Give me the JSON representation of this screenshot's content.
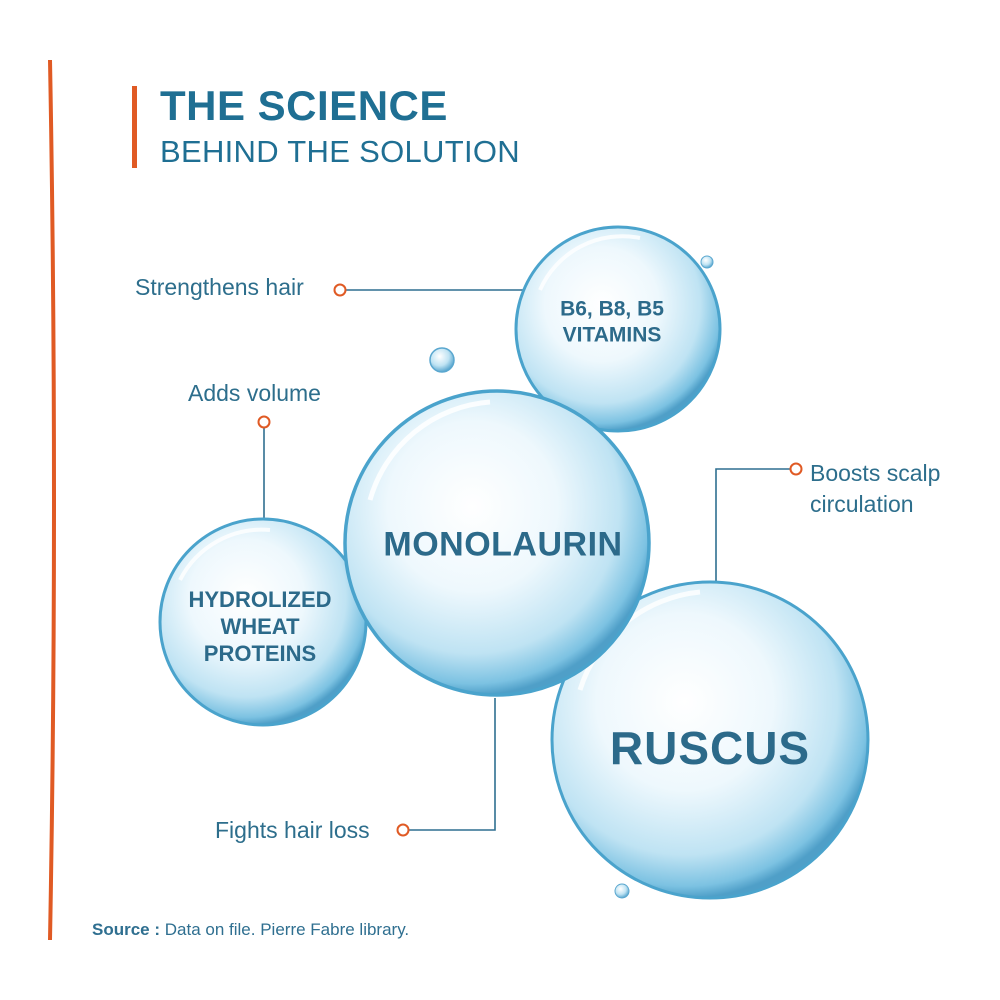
{
  "title": {
    "main": "THE SCIENCE",
    "sub": "BEHIND THE SOLUTION"
  },
  "ingredients": {
    "vitamins": "B6, B8, B5 VITAMINS",
    "monolaurin": "MONOLAURIN",
    "wheat": "HYDROLIZED WHEAT PROTEINS",
    "ruscus": "RUSCUS"
  },
  "benefits": {
    "strengthens": "Strengthens hair",
    "volume": "Adds volume",
    "circulation": "Boosts scalp circulation",
    "hair_loss": "Fights hair loss"
  },
  "source": {
    "label": "Source :",
    "text": "Data on file. Pierre Fabre library."
  },
  "colors": {
    "accent_orange": "#e05a24",
    "title_blue": "#1f6f93",
    "bubble_text": "#2c6a8a",
    "bubble_fill": "#bfe3f3",
    "bubble_rim": "#4aa3cc"
  }
}
